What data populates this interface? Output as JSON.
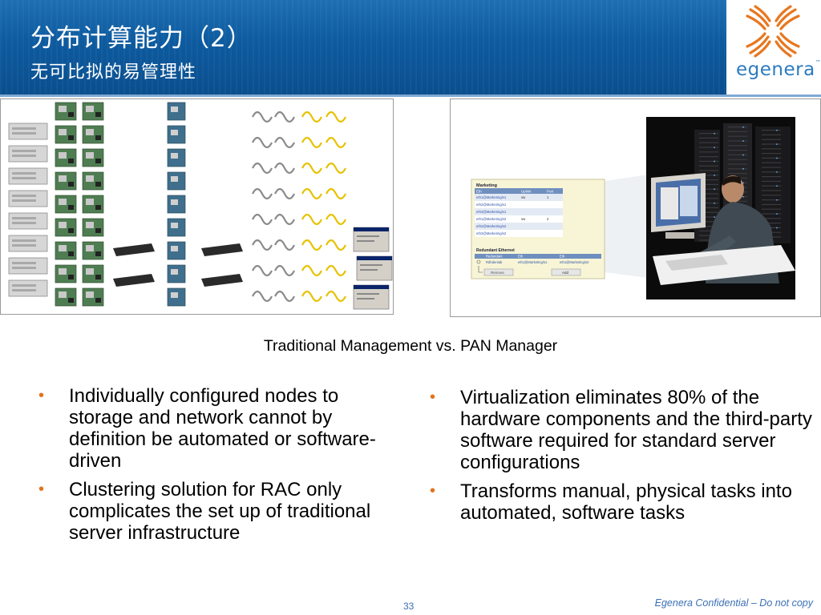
{
  "slide": {
    "title": "分布计算能力（2）",
    "subtitle": "无可比拟的易管理性"
  },
  "logo": {
    "word": "egenera",
    "mark": "™",
    "icon": "egenera-x-logo-icon",
    "colors": {
      "orange": "#e8771f",
      "blue": "#2c7bc0"
    }
  },
  "left_image": {
    "description_icon": "rack-of-servers-cables-switches-image"
  },
  "right_image": {
    "description_icon": "pan-manager-screen-operator-image",
    "screen": {
      "section_title": "Marketing",
      "headers": [
        "Eth",
        "Uplink",
        "Port"
      ],
      "rows": [
        [
          "eth1@Marketing/s1",
          "sw",
          "1"
        ],
        [
          "eth2@Marketing/s1",
          "",
          ""
        ],
        [
          "eth3@Marketing/s1",
          "",
          ""
        ],
        [
          "eth1@Marketing/s2",
          "sw",
          "2"
        ],
        [
          "eth2@Marketing/s2",
          "",
          ""
        ],
        [
          "eth3@Marketing/s2",
          "",
          ""
        ]
      ],
      "redundant_title": "Redundant Ethernet",
      "redundant_headers": [
        "Redundant",
        "Eth",
        "Eth"
      ],
      "redundant_row": [
        "Rdhdenlab",
        "eth1@Marketing/s1",
        "eth1@Marketing/s2"
      ],
      "remove_label": "Remove",
      "add_label": "Add"
    }
  },
  "caption": "Traditional Management vs. PAN Manager",
  "bullet_symbol": "•",
  "left_bullets": [
    "Individually configured nodes to storage and network cannot by definition be automated or software-driven",
    "Clustering solution for RAC only complicates the set up of traditional server infrastructure"
  ],
  "right_bullets": [
    "Virtualization eliminates 80% of the hardware components and the third-party software required for standard server configurations",
    "Transforms manual, physical tasks into automated, software tasks"
  ],
  "footer": {
    "page_number": "33",
    "confidential": "Egenera Confidential – Do not copy"
  }
}
